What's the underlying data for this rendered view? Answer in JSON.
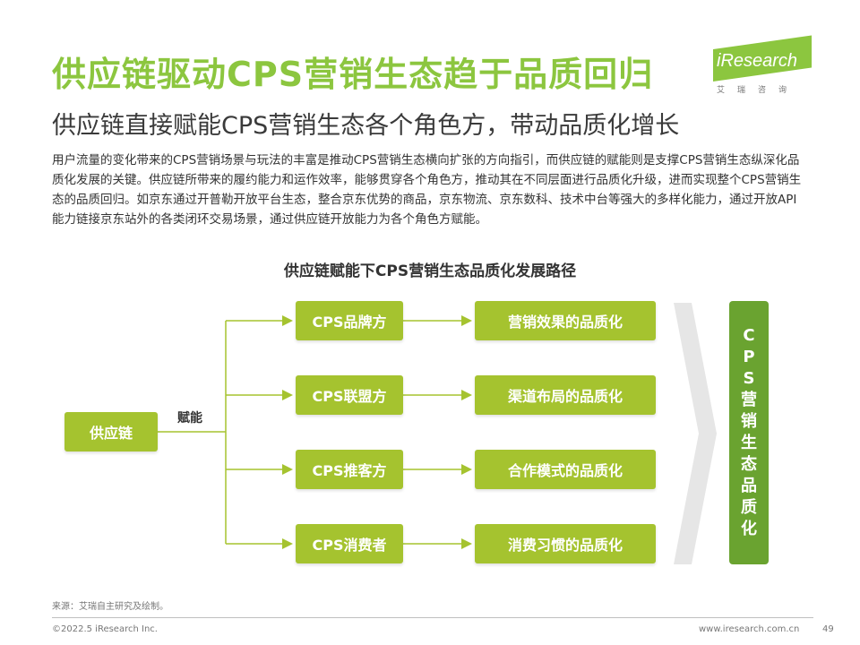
{
  "header": {
    "title": "供应链驱动CPS营销生态趋于品质回归",
    "subtitle": "供应链直接赋能CPS营销生态各个角色方，带动品质化增长",
    "logo_text": "iResearch",
    "logo_cn": "艾瑞咨询"
  },
  "body": {
    "paragraph": "用户流量的变化带来的CPS营销场景与玩法的丰富是推动CPS营销生态横向扩张的方向指引，而供应链的赋能则是支撑CPS营销生态纵深化品质化发展的关键。供应链所带来的履约能力和运作效率，能够贯穿各个角色方，推动其在不同层面进行品质化升级，进而实现整个CPS营销生态的品质回归。如京东通过开普勒开放平台生态，整合京东优势的商品，京东物流、京东数科、技术中台等强大的多样化能力，通过开放API能力链接京东站外的各类闭环交易场景，通过供应链开放能力为各个角色方赋能。"
  },
  "diagram": {
    "title": "供应链赋能下CPS营销生态品质化发展路径",
    "root": "供应链",
    "edge_label": "赋能",
    "roles": [
      "CPS品牌方",
      "CPS联盟方",
      "CPS推客方",
      "CPS消费者"
    ],
    "qualities": [
      "营销效果的品质化",
      "渠道布局的品质化",
      "合作模式的品质化",
      "消费习惯的品质化"
    ],
    "result": "CPS营销生态品质化",
    "colors": {
      "box": "#a5c32f",
      "result": "#6aa330",
      "line": "#a5c32f",
      "arrow": "#e6e6e6"
    }
  },
  "footer": {
    "source": "来源：艾瑞自主研究及绘制。",
    "copyright": "©2022.5 iResearch Inc.",
    "website": "www.iresearch.com.cn",
    "page": "49"
  }
}
